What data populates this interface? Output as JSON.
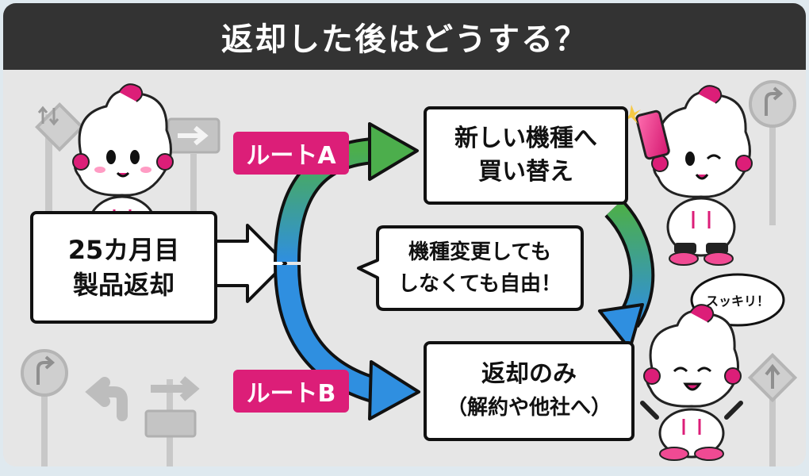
{
  "header": {
    "title": "返却した後はどうする？"
  },
  "start_box": {
    "line1": "25カ月目",
    "line2": "製品返却"
  },
  "route_a": {
    "label": "ルートA"
  },
  "route_b": {
    "label": "ルートB"
  },
  "option_new": {
    "line1": "新しい機種へ",
    "line2": "買い替え"
  },
  "option_return": {
    "line1": "返却のみ",
    "line2": "（解約や他社へ）"
  },
  "center_bubble": {
    "line1": "機種変更しても",
    "line2": "しなくても自由！"
  },
  "mascot_bubble": {
    "text": "スッキリ！"
  },
  "colors": {
    "accent": "#dc1e78",
    "header_bg": "#333333",
    "arrow_green": "#4cae4c",
    "arrow_blue": "#2f8fe0"
  }
}
